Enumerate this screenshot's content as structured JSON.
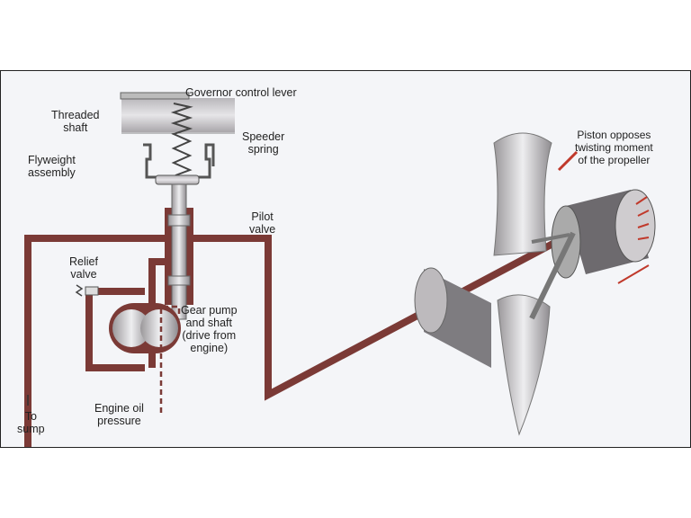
{
  "diagram": {
    "labels": {
      "governor_control_lever": "Governor control lever",
      "threaded_shaft": [
        "Threaded",
        "shaft"
      ],
      "speeder_spring": [
        "Speeder",
        "spring"
      ],
      "flyweight_assembly": [
        "Flyweight",
        "assembly"
      ],
      "pilot_valve": [
        "Pilot",
        "valve"
      ],
      "relief_valve": [
        "Relief",
        "valve"
      ],
      "gear_pump": [
        "Gear pump",
        "and shaft",
        "(drive from",
        "engine)"
      ],
      "engine_oil_pressure": [
        "Engine oil",
        "pressure"
      ],
      "to_sump": [
        "To",
        "sump"
      ],
      "piston": [
        "Piston opposes",
        "twisting moment",
        "of the propeller"
      ]
    },
    "colors": {
      "pipe": "#7b3a36",
      "metal": "#c9c6c8",
      "arrow": "#c0392b"
    }
  }
}
